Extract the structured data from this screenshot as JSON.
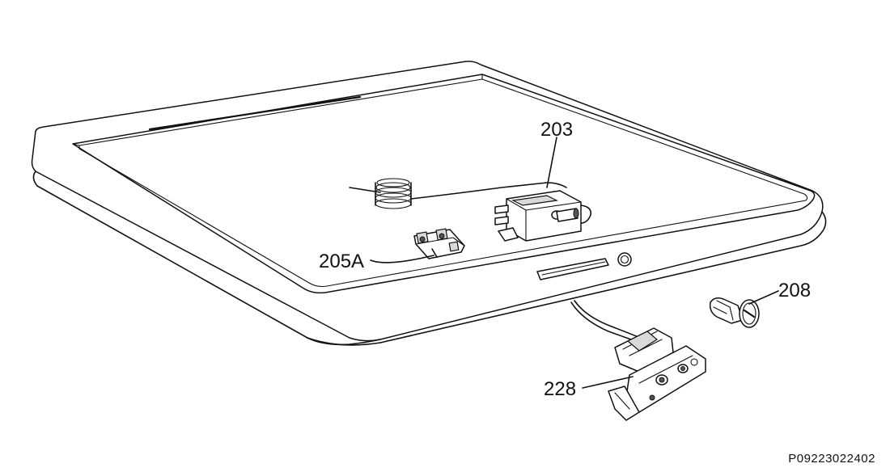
{
  "parts": [
    {
      "id": "203",
      "label": "203"
    },
    {
      "id": "205A",
      "label": "205A"
    },
    {
      "id": "208",
      "label": "208"
    },
    {
      "id": "228",
      "label": "228"
    }
  ],
  "reference_code": "P09223022402"
}
